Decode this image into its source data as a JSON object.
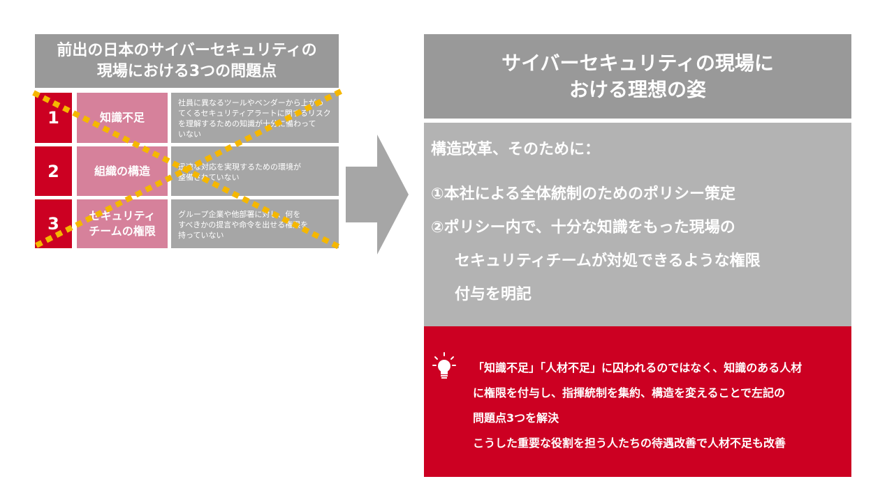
{
  "left_panel": {
    "header_lines": [
      "前出の日本のサイバーセキュリティの",
      "現場における3つの問題点"
    ],
    "rows": [
      {
        "number": "1",
        "label_lines": [
          "知識不足"
        ],
        "desc_lines": [
          "社員に異なるツールやベンダーから上がっ",
          "てくるセキュリティアラートに関するリスク",
          "を理解するための知識が十分に備わって",
          "いない"
        ]
      },
      {
        "number": "2",
        "label_lines": [
          "組織の構造"
        ],
        "desc_lines": [
          "迅速な対応を実現するための環境が",
          "整備されていない"
        ]
      },
      {
        "number": "3",
        "label_lines": [
          "セキュリティ",
          "チームの権限"
        ],
        "desc_lines": [
          "グループ企業や他部署に対し、何を",
          "すべきかの提言や命令を出せる権限を",
          "持っていない"
        ]
      }
    ]
  },
  "right_panel": {
    "header_lines": [
      "サイバーセキュリティの現場に",
      "おける理想の姿"
    ],
    "intro": "構造改革、そのために：",
    "item1": "①本社による全体統制のためのポリシー策定",
    "item2_lines": [
      "②ポリシー内で、十分な知識をもった現場の",
      "セキュリティチームが対処できるような権限",
      "付与を明記"
    ],
    "note_lines": [
      "「知識不足」「人材不足」に囚われるのではなく、知識のある人材",
      "に権限を付与し、指揮統制を集約、構造を変えることで左記の",
      "問題点3つを解決",
      "こうした重要な役割を担う人たちの待遇改善で人材不足も改善"
    ],
    "note_icon": "lightbulb-icon"
  },
  "colors": {
    "header_gray": "#999999",
    "red": "#cc0022",
    "pink": "#d6819b",
    "desc_gray": "#a6a6a6",
    "mid_gray": "#b3b3b3",
    "cross_yellow": "#f5b700",
    "arrow_gray": "#a6a6a6"
  }
}
